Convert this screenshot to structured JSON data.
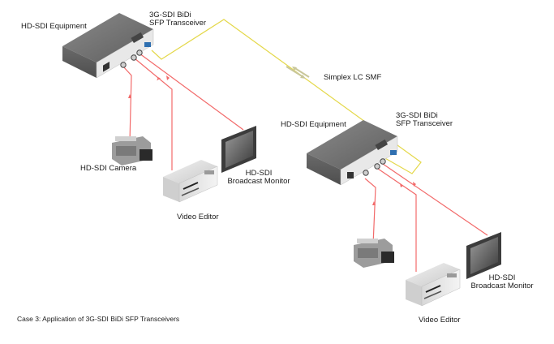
{
  "diagram": {
    "caption": "Case 3: Application of 3G-SDI BiDi SFP Transceivers",
    "colors": {
      "fiber": "#e4d84a",
      "coax": "#f26a6a",
      "equipment": "#6e6e6e",
      "background": "#ffffff"
    },
    "link": {
      "label": "Simplex LC SMF",
      "direction_arrows": [
        "to-site-a",
        "to-site-b"
      ]
    },
    "sites": [
      {
        "id": "site-a",
        "equipment_label": "HD-SDI Equipment",
        "transceiver_label_line1": "3G-SDI BiDi",
        "transceiver_label_line2": "SFP Transceiver",
        "camera_label": "HD-SDI Camera",
        "monitor_label_line1": "HD-SDI",
        "monitor_label_line2": "Broadcast Monitor",
        "editor_label": "Video Editor"
      },
      {
        "id": "site-b",
        "equipment_label": "HD-SDI Equipment",
        "transceiver_label_line1": "3G-SDI BiDi",
        "transceiver_label_line2": "SFP Transceiver",
        "camera_label": "",
        "monitor_label_line1": "HD-SDI",
        "monitor_label_line2": "Broadcast Monitor",
        "editor_label": "Video Editor"
      }
    ]
  }
}
